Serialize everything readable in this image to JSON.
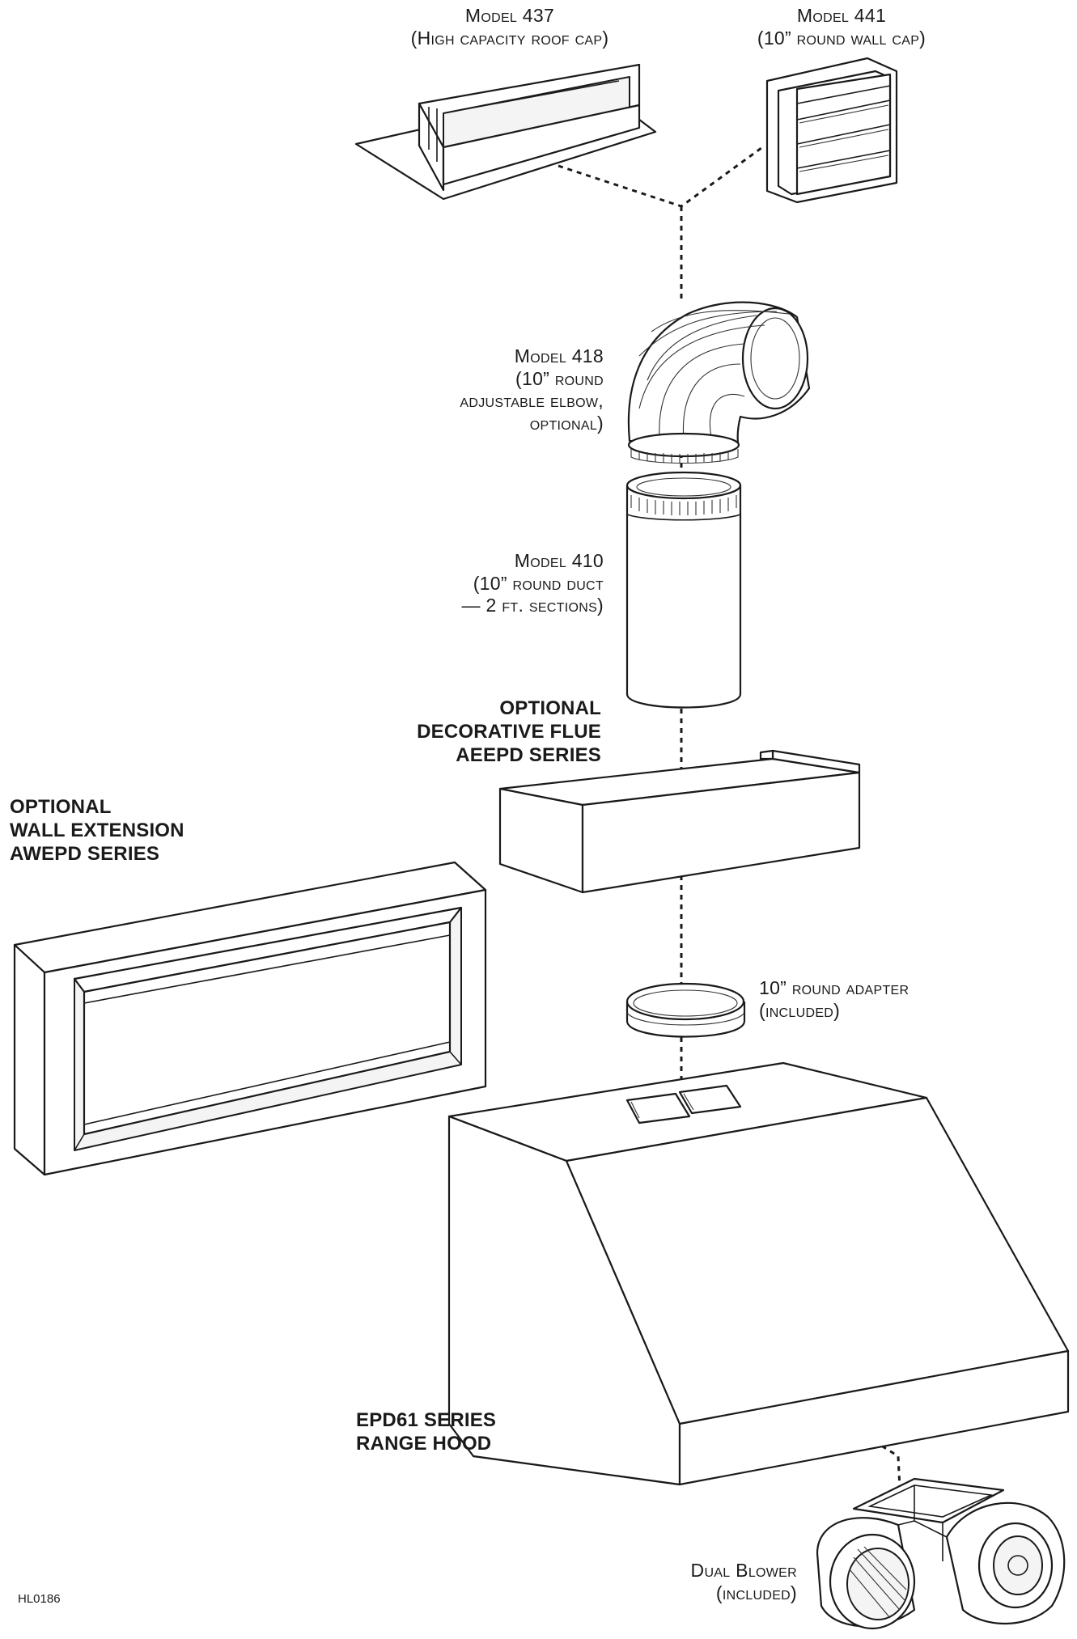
{
  "diagram_code": "HL0186",
  "components": {
    "roof_cap": {
      "name": "Model 437",
      "desc": "(High capacity roof cap)"
    },
    "wall_cap": {
      "name": "Model 441",
      "desc": "(10” round wall cap)"
    },
    "elbow": {
      "name": "Model 418",
      "desc_lines": [
        "(10” round",
        "adjustable elbow,",
        "optional)"
      ]
    },
    "duct": {
      "name": "Model 410",
      "desc_lines": [
        "(10” round duct",
        "— 2 ft. sections)"
      ]
    },
    "flue": {
      "lines": [
        "OPTIONAL",
        "DECORATIVE FLUE",
        "AEEPD SERIES"
      ]
    },
    "wall_extension": {
      "lines": [
        "OPTIONAL",
        "WALL EXTENSION",
        "AWEPD SERIES"
      ]
    },
    "adapter": {
      "lines": [
        "10” round adapter",
        "(included)"
      ]
    },
    "range_hood": {
      "lines": [
        "EPD61 SERIES",
        "RANGE HOOD"
      ]
    },
    "blower": {
      "lines": [
        "Dual Blower",
        "(included)"
      ]
    }
  }
}
